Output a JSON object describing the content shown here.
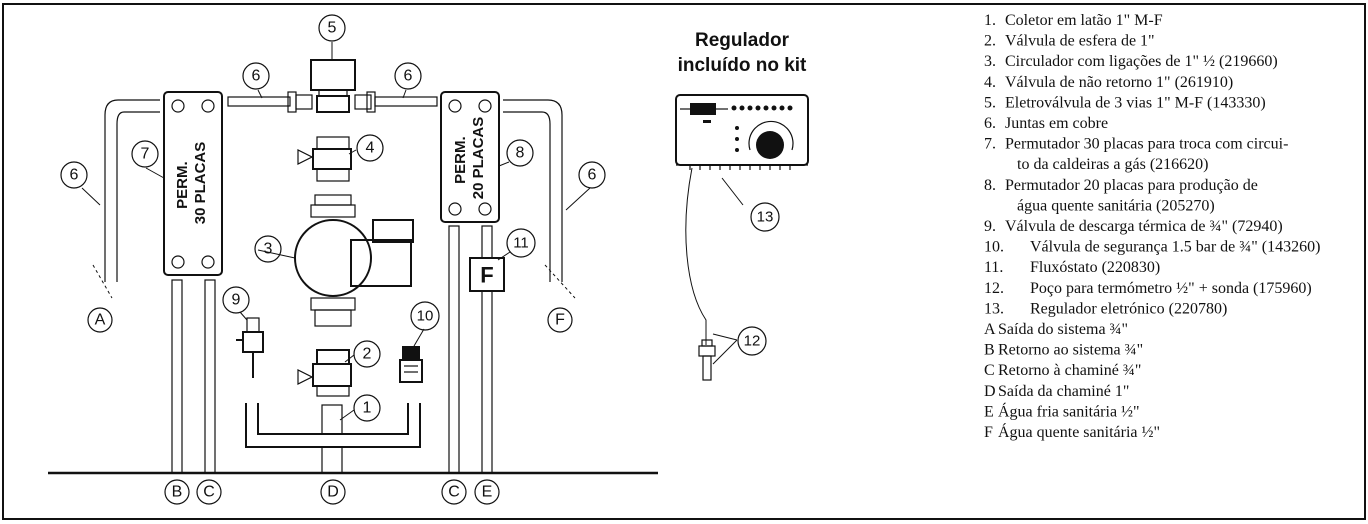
{
  "regulator": {
    "title_line1": "Regulador",
    "title_line2": "incluído no kit"
  },
  "exchangers": {
    "perm30": {
      "line1": "PERM.",
      "line2": "30 PLACAS"
    },
    "perm20": {
      "line1": "PERM.",
      "line2": "20 PLACAS"
    }
  },
  "flux_label": "F",
  "callouts": [
    "1",
    "2",
    "3",
    "4",
    "5",
    "6",
    "7",
    "8",
    "9",
    "10",
    "11",
    "12",
    "13"
  ],
  "letters": {
    "A": "A",
    "B": "B",
    "C": "C",
    "D": "D",
    "E": "E",
    "F": "F"
  },
  "legend": [
    {
      "num": "1.",
      "text": "Coletor em latão 1\" M-F"
    },
    {
      "num": "2.",
      "text": "Válvula de esfera de 1\""
    },
    {
      "num": "3.",
      "text": "Circulador com ligações de 1\" ½ (219660)"
    },
    {
      "num": "4.",
      "text": "Válvula de não retorno 1\" (261910)"
    },
    {
      "num": "5.",
      "text": "Eletroválvula de 3 vias 1\" M-F (143330)"
    },
    {
      "num": "6.",
      "text": "Juntas em cobre"
    },
    {
      "num": "7.",
      "text": "Permutador 30 placas para troca com circui-"
    },
    {
      "num": "",
      "text": "to da caldeiras a gás (216620)"
    },
    {
      "num": "8.",
      "text": "Permutador 20 placas para produção de"
    },
    {
      "num": "",
      "text": "água quente sanitária (205270)"
    },
    {
      "num": "9.",
      "text": "Válvula de descarga térmica de ¾\" (72940)"
    },
    {
      "num": "10.",
      "text": "Válvula de segurança 1.5 bar de ¾\" (143260)"
    },
    {
      "num": "11.",
      "text": "Fluxóstato (220830)"
    },
    {
      "num": "12.",
      "text": "Poço para termómetro ½\" + sonda (175960)"
    },
    {
      "num": "13.",
      "text": "Regulador eletrónico (220780)"
    },
    {
      "num": "A",
      "text": "Saída do sistema ¾\""
    },
    {
      "num": "B",
      "text": "Retorno ao sistema ¾\""
    },
    {
      "num": "C",
      "text": "Retorno à chaminé ¾\""
    },
    {
      "num": "D",
      "text": "Saída da chaminé 1\""
    },
    {
      "num": "E",
      "text": "Água fria sanitária ½\""
    },
    {
      "num": "F",
      "text": "Água quente sanitária ½\""
    }
  ]
}
